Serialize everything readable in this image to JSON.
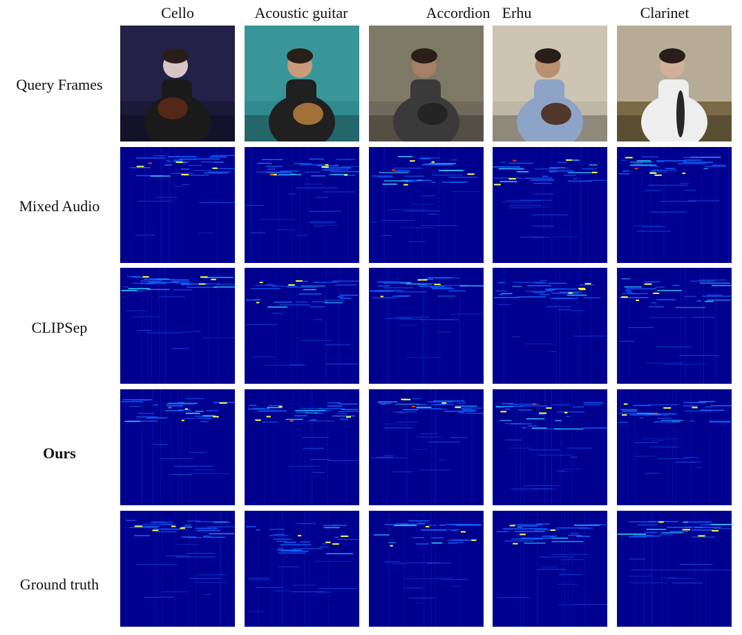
{
  "columns": [
    "Cello",
    "Acoustic guitar",
    "Accordion",
    "Erhu",
    "Clarinet"
  ],
  "rows": [
    {
      "label": "Query Frames",
      "kind": "frames",
      "emphasis": false
    },
    {
      "label": "Mixed Audio",
      "kind": "spectrogram",
      "emphasis": false
    },
    {
      "label": "CLIPSep",
      "kind": "spectrogram",
      "emphasis": false
    },
    {
      "label": "Ours",
      "kind": "spectrogram",
      "emphasis": true
    },
    {
      "label": "Ground truth",
      "kind": "spectrogram",
      "emphasis": false
    }
  ],
  "colors": {
    "spectrogram_background": "#00008f",
    "low_energy": "#1565ff",
    "mid_energy": "#35d6ff",
    "high_energy": "#ffff40",
    "peak_energy": "#ff3a10"
  }
}
